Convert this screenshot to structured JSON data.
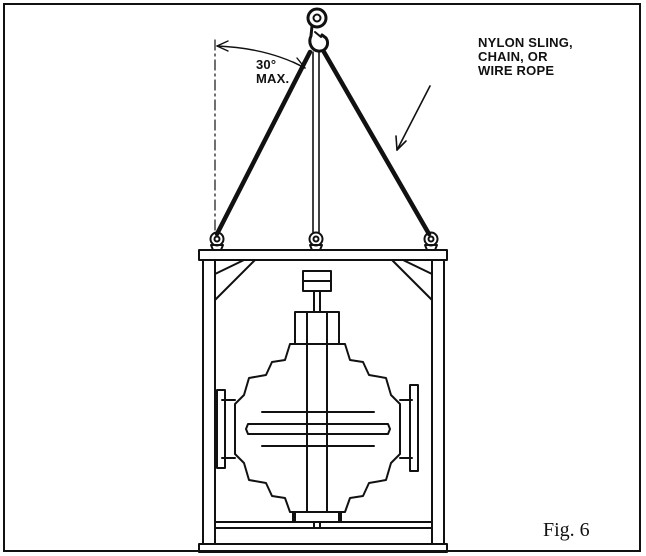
{
  "figure": {
    "angle_label": "30°\nMAX.",
    "sling_label": "NYLON SLING,\nCHAIN, OR\nWIRE ROPE",
    "caption": "Fig. 6"
  },
  "colors": {
    "line": "#111111",
    "background": "#ffffff"
  }
}
